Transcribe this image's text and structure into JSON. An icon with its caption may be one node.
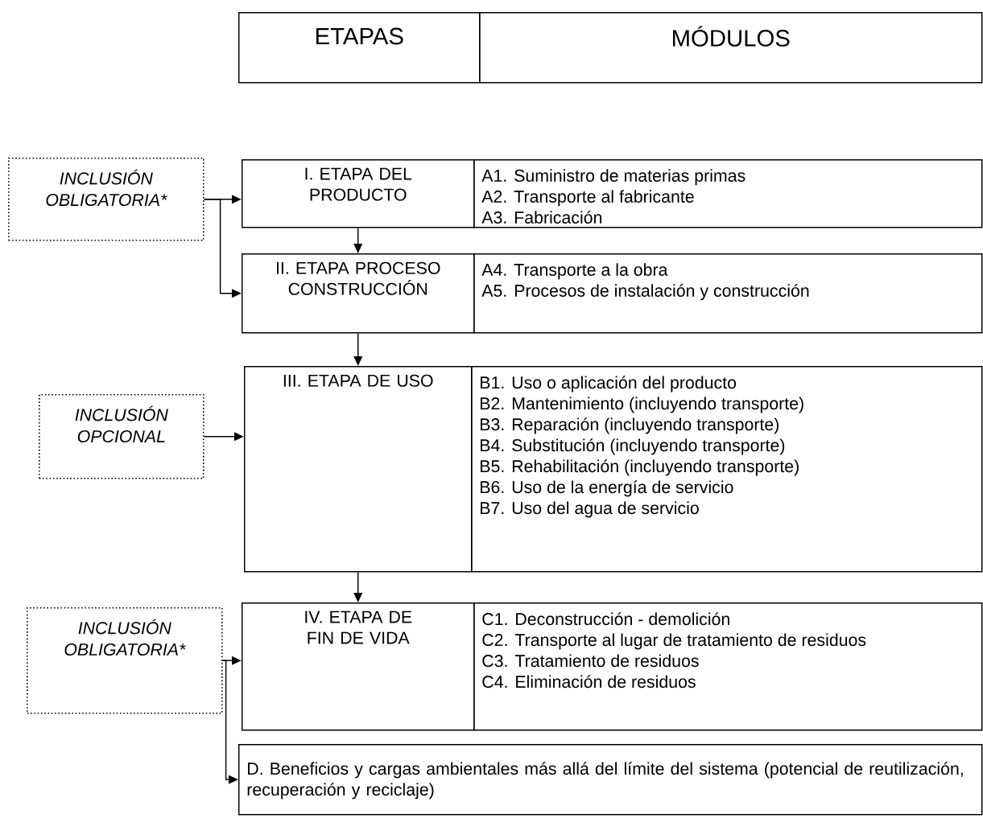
{
  "diagram": {
    "nodes": [
      {
        "text": [
          "ETAPAS"
        ]
      },
      {
        "text": [
          "MÓDULOS"
        ]
      },
      {
        "text": [
          "INCLUSIÓN OBLIGATORIA*"
        ]
      },
      {
        "text": [
          "I. ETAPA DEL PRODUCTO"
        ]
      },
      {
        "text": [
          "A1. Suministro de materias primas",
          "A2. Transporte al fabricante",
          "A3. Fabricación"
        ]
      },
      {
        "text": [
          "II. ETAPA PROCESO CONSTRUCCIÓN"
        ]
      },
      {
        "text": [
          "A4. Transporte a la obra",
          "A5. Procesos de instalación y construcción"
        ]
      },
      {
        "text": [
          "INCLUSIÓN OPCIONAL"
        ]
      },
      {
        "text": [
          "III. ETAPA DE USO"
        ]
      },
      {
        "text": [
          "B1. Uso o aplicación del producto",
          "B2. Mantenimiento (incluyendo transporte)",
          "B3. Reparación (incluyendo transporte)",
          "B4. Substitución (incluyendo transporte)",
          "B5. Rehabilitación (incluyendo transporte)",
          "B6. Uso de la energía de servicio",
          "B7. Uso del agua de servicio"
        ]
      },
      {
        "text": [
          "INCLUSIÓN OBLIGATORIA*"
        ]
      },
      {
        "text": [
          "IV. ETAPA DE FIN DE VIDA"
        ]
      },
      {
        "text": [
          "C1. Deconstrucción - demolición",
          "C2. Transporte al lugar de tratamiento de residuos",
          "C3. Tratamiento de residuos",
          "C4. Eliminación de residuos"
        ]
      },
      {
        "text": [
          "D. Beneficios y cargas ambientales más allá del límite del sistema (potencial de reutilización, recuperación y reciclaje)"
        ]
      }
    ],
    "edges": [
      {
        "from": 2,
        "to": 3,
        "arrow": "to"
      },
      {
        "from": 2,
        "to": 5,
        "arrow": "to"
      },
      {
        "from": 3,
        "to": 5,
        "arrow": "to"
      },
      {
        "from": 5,
        "to": 8,
        "arrow": "to"
      },
      {
        "from": 7,
        "to": 8,
        "arrow": "to"
      },
      {
        "from": 8,
        "to": 11,
        "arrow": "to"
      },
      {
        "from": 10,
        "to": 11,
        "arrow": "to"
      },
      {
        "from": 10,
        "to": 13,
        "arrow": "to"
      }
    ]
  }
}
